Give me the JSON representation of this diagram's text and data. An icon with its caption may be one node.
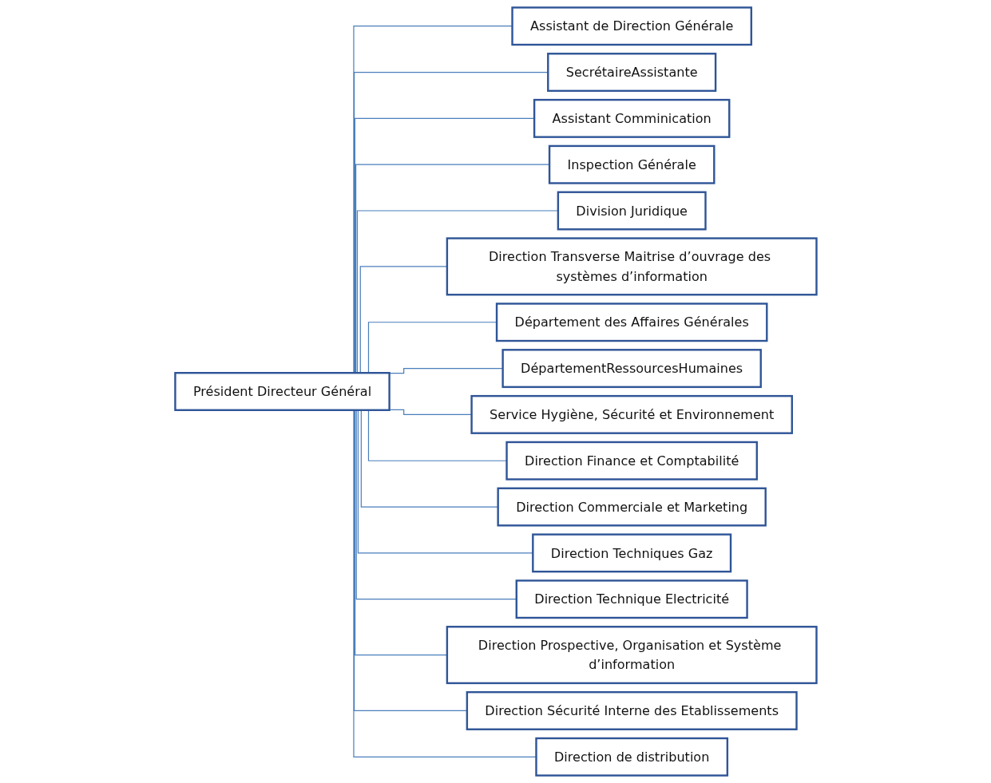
{
  "diagram": {
    "nodes": [
      {
        "text": [
          "Président Directeur Général"
        ]
      },
      {
        "text": [
          "Assistant de Direction Générale"
        ]
      },
      {
        "text": [
          "SecrétaireAssistante"
        ]
      },
      {
        "text": [
          "Assistant Comminication"
        ]
      },
      {
        "text": [
          "Inspection Générale"
        ]
      },
      {
        "text": [
          "Division Juridique"
        ]
      },
      {
        "text": [
          "Direction Transverse Maitrise d’ouvrage des systèmes d’information"
        ]
      },
      {
        "text": [
          "Département des Affaires Générales"
        ]
      },
      {
        "text": [
          "DépartementRessourcesHumaines"
        ]
      },
      {
        "text": [
          "Service Hygiène, Sécurité et Environnement"
        ]
      },
      {
        "text": [
          "Direction Finance et Comptabilité"
        ]
      },
      {
        "text": [
          "Direction Commerciale et Marketing"
        ]
      },
      {
        "text": [
          "Direction Techniques Gaz"
        ]
      },
      {
        "text": [
          "Direction Technique Electricité"
        ]
      },
      {
        "text": [
          "Direction Prospective, Organisation et Système d’information"
        ]
      },
      {
        "text": [
          "Direction Sécurité Interne des Etablissements"
        ]
      },
      {
        "text": [
          "Direction de distribution"
        ]
      }
    ],
    "edges": [
      {
        "from": 0,
        "to": 1,
        "arrow": "none"
      },
      {
        "from": 0,
        "to": 2,
        "arrow": "none"
      },
      {
        "from": 0,
        "to": 3,
        "arrow": "none"
      },
      {
        "from": 0,
        "to": 4,
        "arrow": "none"
      },
      {
        "from": 0,
        "to": 5,
        "arrow": "none"
      },
      {
        "from": 0,
        "to": 6,
        "arrow": "none"
      },
      {
        "from": 0,
        "to": 7,
        "arrow": "none"
      },
      {
        "from": 0,
        "to": 8,
        "arrow": "none"
      },
      {
        "from": 0,
        "to": 9,
        "arrow": "none"
      },
      {
        "from": 0,
        "to": 10,
        "arrow": "none"
      },
      {
        "from": 0,
        "to": 11,
        "arrow": "none"
      },
      {
        "from": 0,
        "to": 12,
        "arrow": "none"
      },
      {
        "from": 0,
        "to": 13,
        "arrow": "none"
      },
      {
        "from": 0,
        "to": 14,
        "arrow": "none"
      },
      {
        "from": 0,
        "to": 15,
        "arrow": "none"
      },
      {
        "from": 0,
        "to": 16,
        "arrow": "none"
      }
    ]
  }
}
